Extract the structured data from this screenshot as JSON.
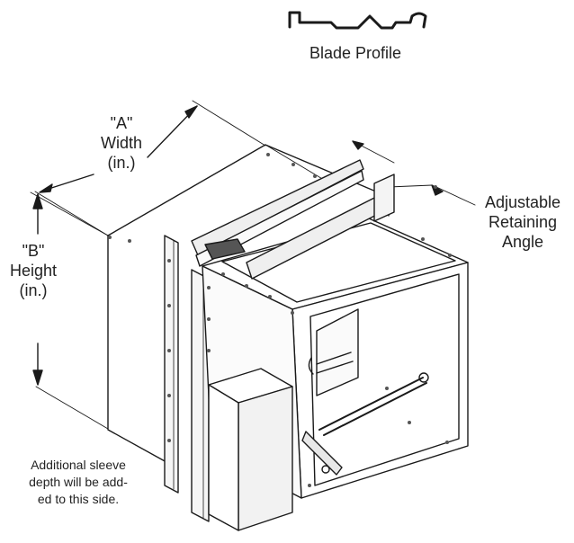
{
  "profile": {
    "caption": "Blade Profile"
  },
  "dimensions": {
    "width": {
      "line1": "\"A\"",
      "line2": "Width",
      "line3": "(in.)"
    },
    "height": {
      "line1": "\"B\"",
      "line2": "Height",
      "line3": "(in.)"
    }
  },
  "callout": {
    "line1": "Adjustable",
    "line2": "Retaining",
    "line3": "Angle"
  },
  "note": {
    "line1": "Additional sleeve",
    "line2": "depth will be add-",
    "line3": "ed to this side."
  }
}
